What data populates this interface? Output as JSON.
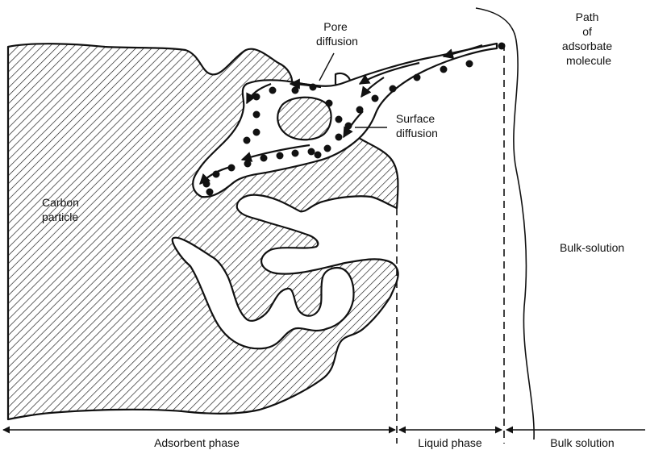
{
  "labels": {
    "pore_diffusion": [
      "Pore",
      "diffusion"
    ],
    "path_of_adsorbate": [
      "Path",
      "of",
      "adsorbate",
      "molecule"
    ],
    "surface_diffusion": [
      "Surface",
      "diffusion"
    ],
    "carbon_particle": [
      "Carbon",
      "particle"
    ],
    "bulk_solution_side": "Bulk-solution"
  },
  "phases": {
    "adsorbent": "Adsorbent phase",
    "liquid": "Liquid phase",
    "bulk": "Bulk solution"
  },
  "colors": {
    "ink": "#111111",
    "background": "#ffffff"
  }
}
